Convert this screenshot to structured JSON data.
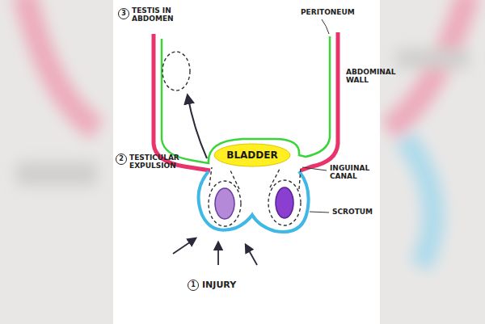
{
  "diagram": {
    "nodes": [
      {
        "text": [
          "BLADDER"
        ]
      }
    ],
    "labels": [
      "3",
      "TESTIS IN ABDOMEN",
      "PERITONEUM",
      "ABDOMINAL WALL",
      "2",
      "TESTICULAR EXPULSION",
      "INGUINAL CANAL",
      "SCROTUM",
      "1",
      "INJURY"
    ]
  }
}
